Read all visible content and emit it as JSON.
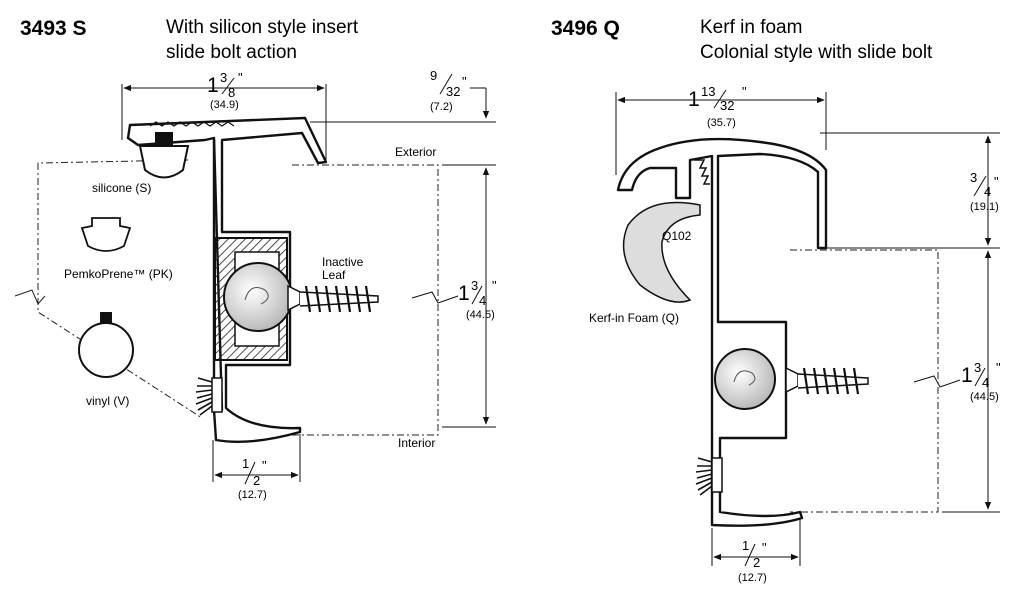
{
  "left": {
    "model": "3493 S",
    "desc_line1": "With silicon style insert",
    "desc_line2": "slide bolt action",
    "dim_width": {
      "whole": "1",
      "num": "3",
      "den": "8",
      "mark": "\"",
      "mm": "(34.9)"
    },
    "dim_lip": {
      "num": "9",
      "den": "32",
      "mark": "\"",
      "mm": "(7.2)"
    },
    "dim_thick": {
      "whole": "1",
      "num": "3",
      "den": "4",
      "mark": "\"",
      "mm": "(44.5)"
    },
    "dim_half": {
      "num": "1",
      "den": "2",
      "mark": "\"",
      "mm": "(12.7)"
    },
    "label_exterior": "Exterior",
    "label_interior": "Interior",
    "label_inactive_1": "Inactive",
    "label_inactive_2": "Leaf",
    "insert_silicone": "silicone (S)",
    "insert_pk": "PemkoPrene™ (PK)",
    "insert_vinyl": "vinyl (V)"
  },
  "right": {
    "model": "3496 Q",
    "desc_line1": "Kerf in foam",
    "desc_line2": "Colonial style with slide bolt",
    "dim_width": {
      "whole": "1",
      "num": "13",
      "den": "32",
      "mark": "\"",
      "mm": "(35.7)"
    },
    "dim_lip": {
      "num": "3",
      "den": "4",
      "mark": "\"",
      "mm": "(19.1)"
    },
    "dim_thick": {
      "whole": "1",
      "num": "3",
      "den": "4",
      "mark": "\"",
      "mm": "(44.5)"
    },
    "dim_half": {
      "num": "1",
      "den": "2",
      "mark": "\"",
      "mm": "(12.7)"
    },
    "label_q102": "Q102",
    "label_foam": "Kerf-in Foam (Q)"
  }
}
